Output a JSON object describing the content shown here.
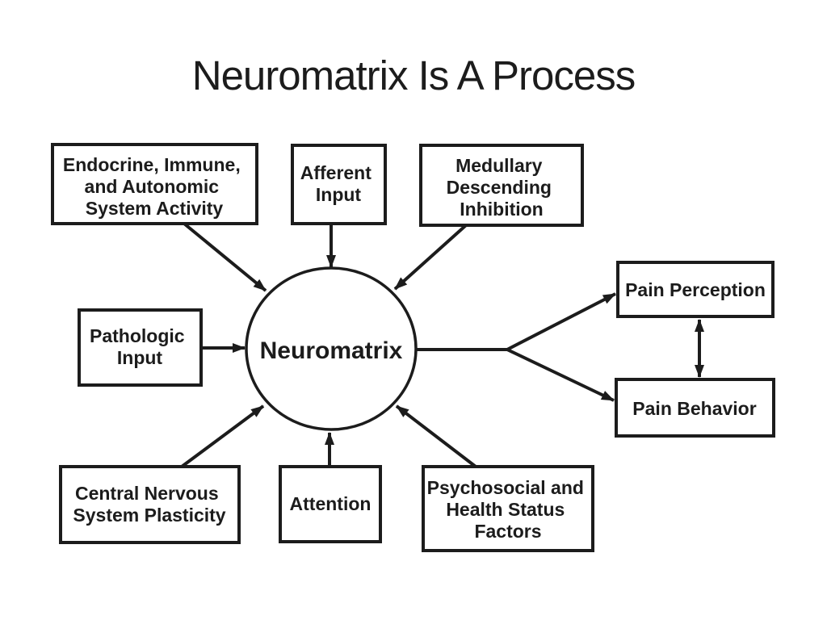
{
  "title": "Neuromatrix Is A Process",
  "diagram": {
    "center_label": "Neuromatrix",
    "nodes": {
      "endocrine": {
        "lines": [
          "Endocrine, Immune,",
          "and Autonomic",
          "System Activity"
        ]
      },
      "afferent": {
        "lines": [
          "Afferent",
          "Input"
        ]
      },
      "medullary": {
        "lines": [
          "Medullary",
          "Descending",
          "Inhibition"
        ]
      },
      "pathologic": {
        "lines": [
          "Pathologic",
          "Input"
        ]
      },
      "cns": {
        "lines": [
          "Central Nervous",
          "System Plasticity"
        ]
      },
      "attention": {
        "lines": [
          "Attention"
        ]
      },
      "psychosocial": {
        "lines": [
          "Psychosocial and",
          "Health Status",
          "Factors"
        ]
      },
      "pain_perception": {
        "lines": [
          "Pain Perception"
        ]
      },
      "pain_behavior": {
        "lines": [
          "Pain Behavior"
        ]
      }
    },
    "edges": [
      {
        "from": "endocrine",
        "to": "neuromatrix"
      },
      {
        "from": "afferent",
        "to": "neuromatrix"
      },
      {
        "from": "medullary",
        "to": "neuromatrix"
      },
      {
        "from": "pathologic",
        "to": "neuromatrix"
      },
      {
        "from": "cns",
        "to": "neuromatrix"
      },
      {
        "from": "attention",
        "to": "neuromatrix"
      },
      {
        "from": "psychosocial",
        "to": "neuromatrix"
      },
      {
        "from": "neuromatrix",
        "to": "pain_perception"
      },
      {
        "from": "neuromatrix",
        "to": "pain_behavior"
      },
      {
        "from": "pain_perception",
        "to": "pain_behavior",
        "bidirectional": true
      }
    ],
    "colors": {
      "ink": "#1c1c1c",
      "background": "#ffffff"
    }
  }
}
